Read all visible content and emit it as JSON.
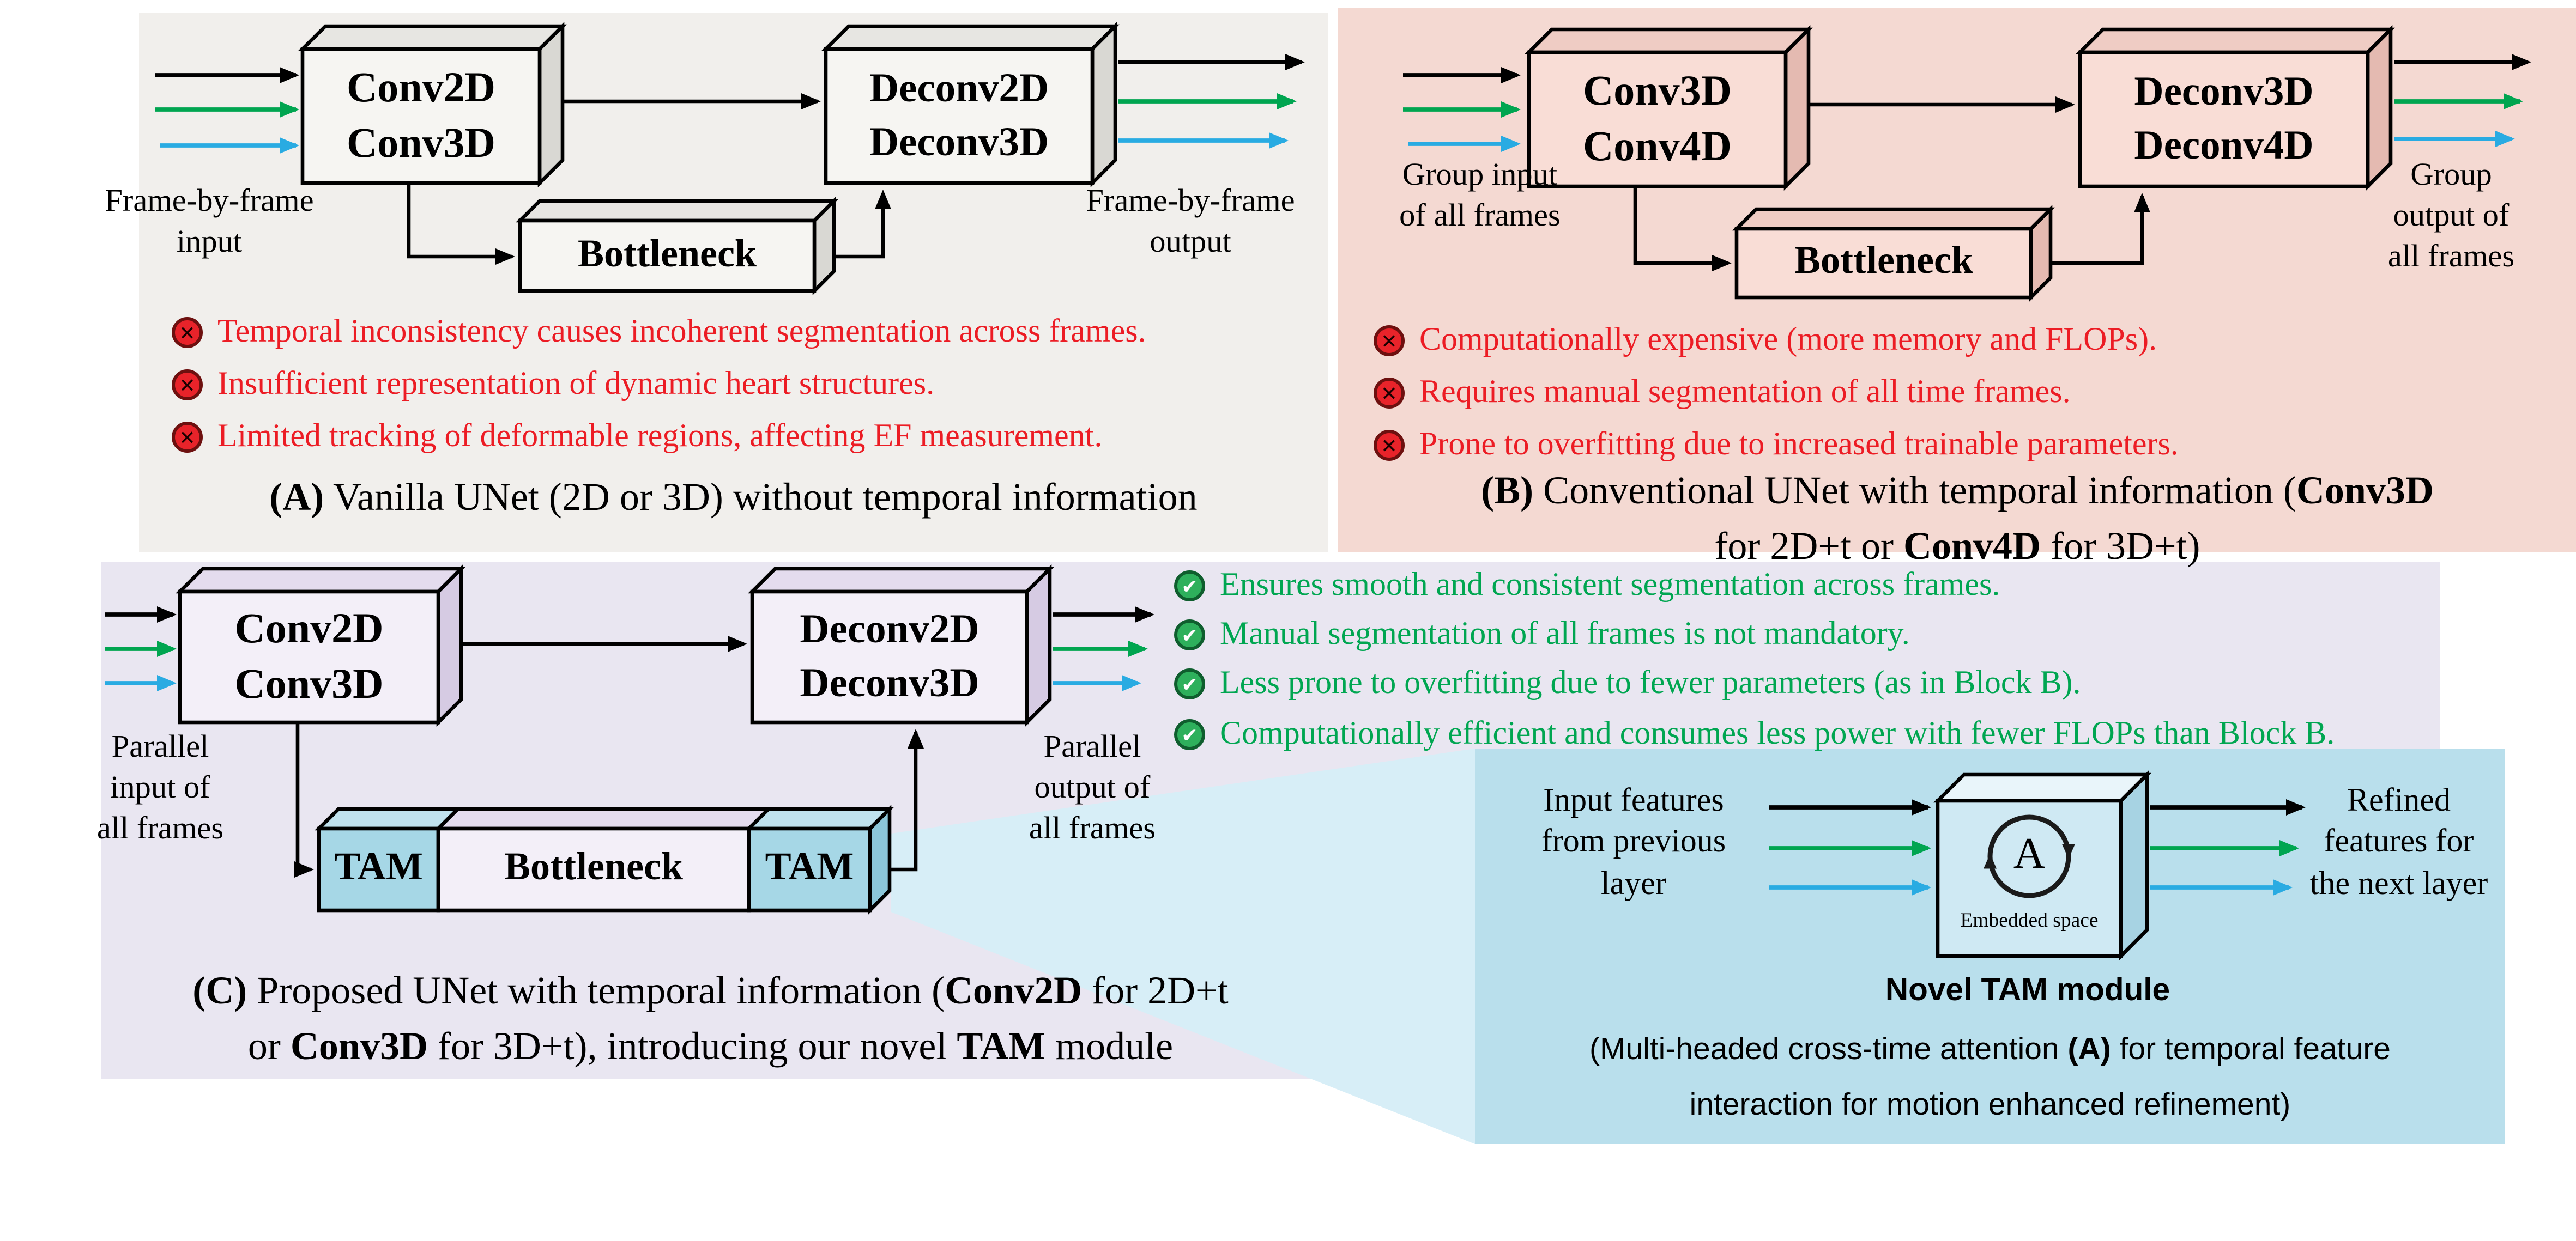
{
  "panelA": {
    "boxes": {
      "conv1": "Conv2D",
      "conv2": "Conv3D",
      "deconv1": "Deconv2D",
      "deconv2": "Deconv3D",
      "bottleneck": "Bottleneck"
    },
    "input_label": {
      "l1": "Frame-by-frame",
      "l2": "input"
    },
    "output_label": {
      "l1": "Frame-by-frame",
      "l2": "output"
    },
    "cons": [
      "Temporal inconsistency causes incoherent segmentation across frames.",
      "Insufficient representation of dynamic heart structures.",
      "Limited tracking of deformable regions, affecting EF measurement."
    ],
    "caption": {
      "b1": "(A)",
      "r1": " Vanilla UNet (2D or 3D) without temporal information"
    }
  },
  "panelB": {
    "boxes": {
      "conv1": "Conv3D",
      "conv2": "Conv4D",
      "deconv1": "Deconv3D",
      "deconv2": "Deconv4D",
      "bottleneck": "Bottleneck"
    },
    "input_label": {
      "l1": "Group input",
      "l2": "of all frames"
    },
    "output_label": {
      "l1": "Group",
      "l2": "output of",
      "l3": "all frames"
    },
    "cons": [
      "Computationally expensive (more memory and FLOPs).",
      "Requires manual segmentation of all time frames.",
      "Prone to overfitting due to increased trainable parameters."
    ],
    "caption": {
      "l1a": "(B)",
      "l1b": " Conventional UNet with temporal information (",
      "l1c": "Conv3D",
      "l2a": "for 2D+t or ",
      "l2b": "Conv4D",
      "l2c": " for 3D+t)"
    }
  },
  "panelC": {
    "boxes": {
      "conv1": "Conv2D",
      "conv2": "Conv3D",
      "deconv1": "Deconv2D",
      "deconv2": "Deconv3D",
      "tam1": "TAM",
      "bottleneck": "Bottleneck",
      "tam2": "TAM"
    },
    "input_label": {
      "l1": "Parallel",
      "l2": "input of",
      "l3": "all frames"
    },
    "output_label": {
      "l1": "Parallel",
      "l2": "output of",
      "l3": "all frames"
    },
    "pros": [
      "Ensures smooth and consistent segmentation across frames.",
      "Manual segmentation of all frames is not mandatory.",
      "Less prone to overfitting due to fewer parameters (as in Block B).",
      "Computationally efficient and consumes less power with fewer FLOPs than Block B."
    ],
    "caption": {
      "l1a": "(C)",
      "l1b": " Proposed UNet with temporal information (",
      "l1c": "Conv2D",
      "l1d": " for 2D+t",
      "l2a": "or ",
      "l2b": "Conv3D",
      "l2c": " for 3D+t), introducing our novel ",
      "l2d": "TAM",
      "l2e": " module"
    }
  },
  "inset": {
    "input_label": {
      "l1": "Input features",
      "l2": "from previous",
      "l3": "layer"
    },
    "output_label": {
      "l1": "Refined",
      "l2": "features for",
      "l3": "the next layer"
    },
    "cube": {
      "letter": "A",
      "embedded": "Embedded space"
    },
    "title": "Novel TAM module",
    "desc": {
      "l1a": "(Multi-headed cross-time attention ",
      "l1b": "(A)",
      "l1c": " for temporal feature",
      "l2": "interaction for motion enhanced refinement)"
    }
  },
  "icons": {
    "cons_glyph": "✕",
    "pros_glyph": "✔"
  },
  "colors": {
    "arrow_black": "#000000",
    "arrow_green": "#00A550",
    "arrow_blue": "#29ABE2",
    "cons_text": "#EC1C24",
    "pros_text": "#00A651",
    "panel_a_bg": "#F1EFEC",
    "panel_b_bg": "#F4D9D2",
    "panel_c_bg": "#E9E6F1",
    "inset_bg": "#B9DFEC",
    "wedge": "#D7EEF7",
    "tam_fill": "#A6D7E6"
  }
}
